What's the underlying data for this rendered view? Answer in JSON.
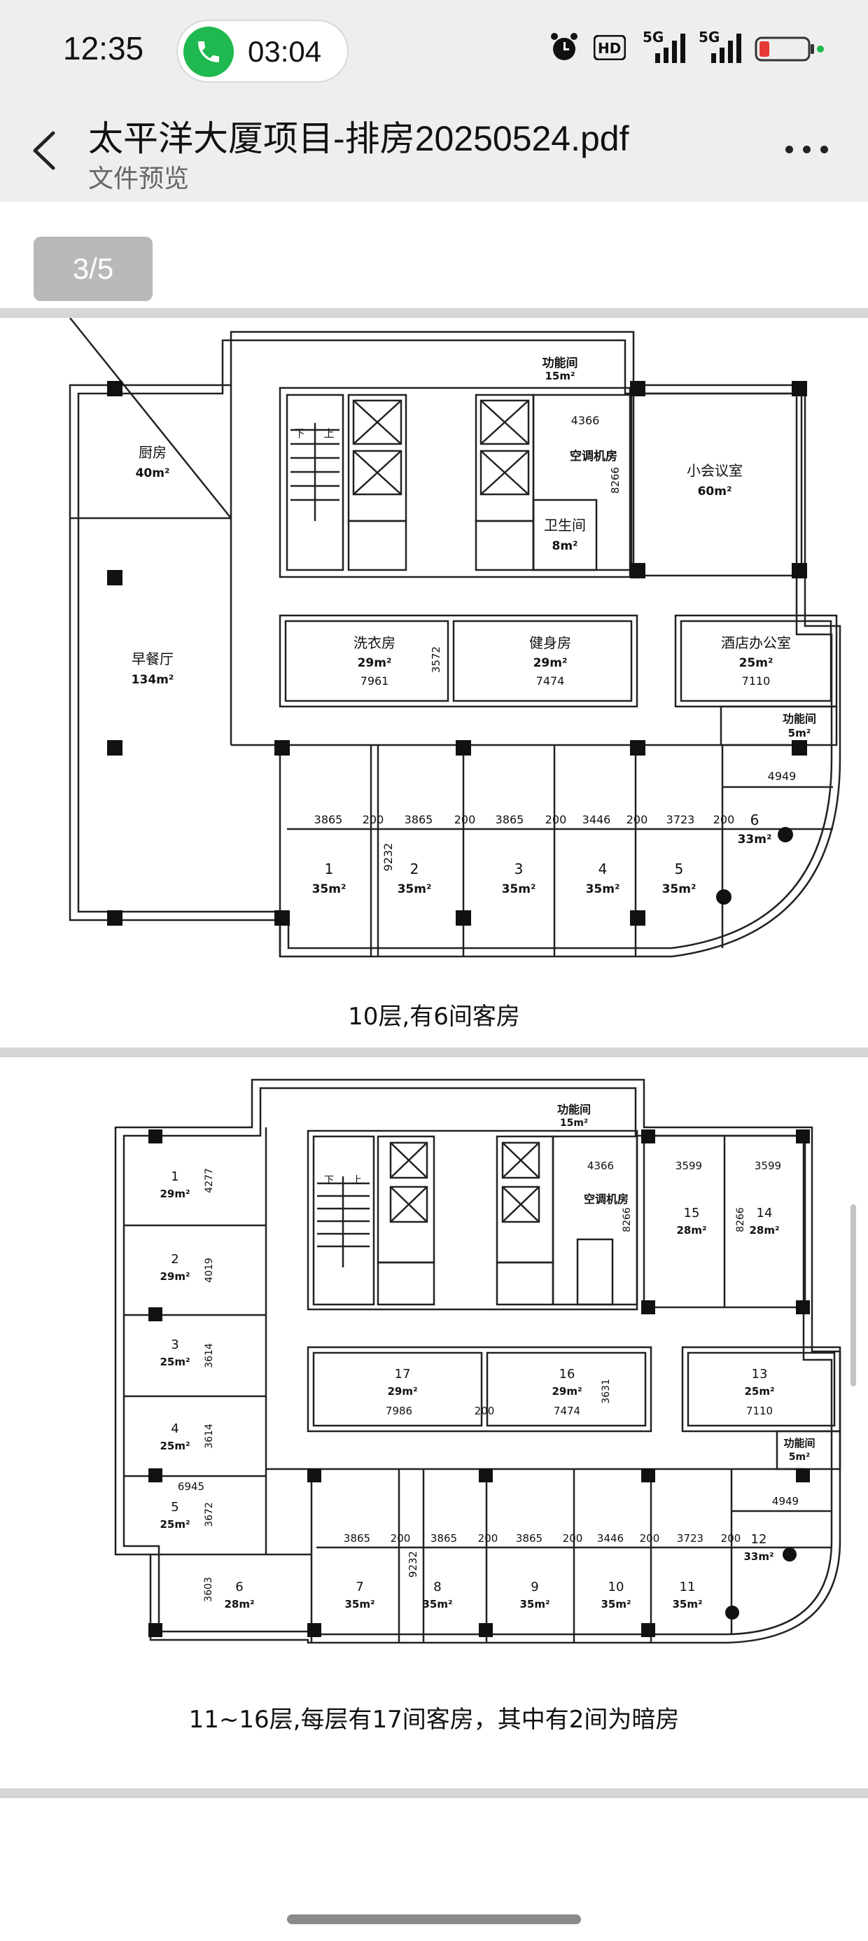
{
  "status_bar": {
    "time": "12:35",
    "call_timer": "03:04",
    "icons": [
      "alarm-icon",
      "hd-icon",
      "5g-signal-icon",
      "5g-signal-icon",
      "battery-low-icon"
    ],
    "accent_green": "#1fb94f",
    "battery_red": "#e53935"
  },
  "header": {
    "title": "太平洋大厦项目-排房20250524.pdf",
    "subtitle": "文件预览"
  },
  "page_indicator": "3/5",
  "plan1": {
    "caption": "10层,有6间客房",
    "rooms": {
      "kitchen": {
        "name": "厨房",
        "area": "40m²"
      },
      "breakfast": {
        "name": "早餐厅",
        "area": "134m²"
      },
      "function_top": {
        "name": "功能间",
        "area": "15m²"
      },
      "ac_room": {
        "name": "空调机房"
      },
      "ac_dim_w": "4366",
      "ac_dim_h": "8266",
      "toilet": {
        "name": "卫生间",
        "area": "8m²"
      },
      "small_meeting": {
        "name": "小会议室",
        "area": "60m²"
      },
      "laundry": {
        "name": "洗衣房",
        "area": "29m²",
        "dim": "7961"
      },
      "laundry_height": "3572",
      "gym": {
        "name": "健身房",
        "area": "29m²",
        "dim": "7474"
      },
      "hotel_office": {
        "name": "酒店办公室",
        "area": "25m²",
        "dim": "7110"
      },
      "function_right": {
        "name": "功能间",
        "area": "5m²"
      },
      "stair_down": "下",
      "stair_up": "上"
    },
    "dims": [
      "3865",
      "200",
      "3865",
      "200",
      "3865",
      "200",
      "3446",
      "200",
      "3723",
      "200"
    ],
    "dim_right": "4949",
    "dim_depth": "9232",
    "guest_rooms": [
      {
        "no": "1",
        "area": "35m²"
      },
      {
        "no": "2",
        "area": "35m²"
      },
      {
        "no": "3",
        "area": "35m²"
      },
      {
        "no": "4",
        "area": "35m²"
      },
      {
        "no": "5",
        "area": "35m²"
      },
      {
        "no": "6",
        "area": "33m²"
      }
    ]
  },
  "plan2": {
    "caption": "11~16层,每层有17间客房，其中有2间为暗房",
    "function_top": {
      "name": "功能间",
      "area": "15m²"
    },
    "function_right": {
      "name": "功能间",
      "area": "5m²"
    },
    "ac_room": {
      "name": "空调机房"
    },
    "ac_dim_w": "4366",
    "ac_dim_h": "8266",
    "dim_14_w": "3599",
    "dim_15_w": "3599",
    "dim_right": "4949",
    "dim_depth": "9232",
    "dim_6945": "6945",
    "dim_3603": "3603",
    "dim_3631": "3631",
    "dim_200": "200",
    "dim_17": "7986",
    "dim_16": "7474",
    "dim_13": "7110",
    "left_dims": [
      "4277",
      "4019",
      "3614",
      "3614",
      "3672"
    ],
    "stair_down": "下",
    "stair_up": "上",
    "dims": [
      "3865",
      "200",
      "3865",
      "200",
      "3865",
      "200",
      "3446",
      "200",
      "3723",
      "200"
    ],
    "rooms": [
      {
        "no": "1",
        "area": "29m²"
      },
      {
        "no": "2",
        "area": "29m²"
      },
      {
        "no": "3",
        "area": "25m²"
      },
      {
        "no": "4",
        "area": "25m²"
      },
      {
        "no": "5",
        "area": "25m²"
      },
      {
        "no": "6",
        "area": "28m²"
      },
      {
        "no": "7",
        "area": "35m²"
      },
      {
        "no": "8",
        "area": "35m²"
      },
      {
        "no": "9",
        "area": "35m²"
      },
      {
        "no": "10",
        "area": "35m²"
      },
      {
        "no": "11",
        "area": "35m²"
      },
      {
        "no": "12",
        "area": "33m²"
      },
      {
        "no": "13",
        "area": "25m²"
      },
      {
        "no": "14",
        "area": "28m²"
      },
      {
        "no": "15",
        "area": "28m²"
      },
      {
        "no": "16",
        "area": "29m²"
      },
      {
        "no": "17",
        "area": "29m²"
      }
    ]
  }
}
